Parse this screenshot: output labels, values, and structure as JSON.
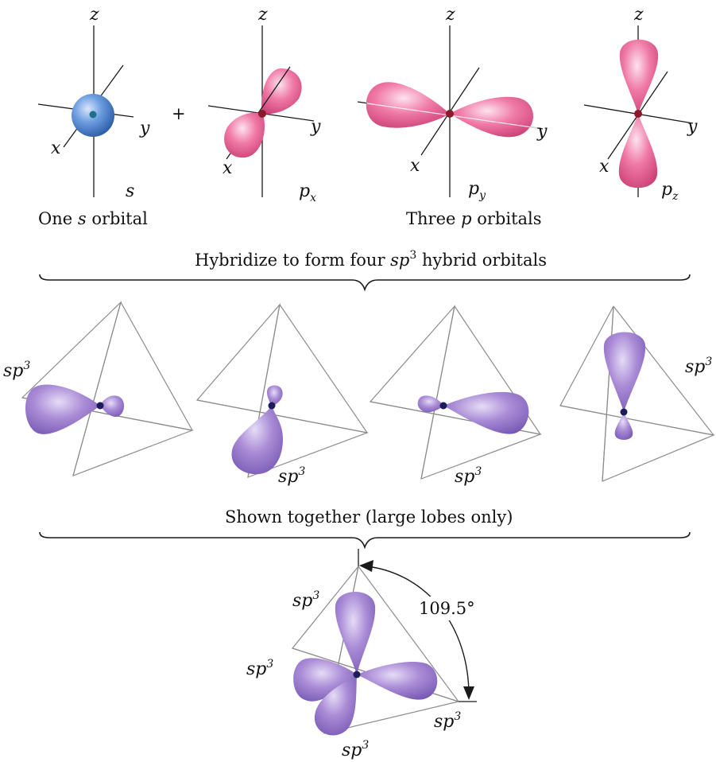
{
  "top_row": {
    "axis_labels": {
      "x": "x",
      "y": "y",
      "z": "z"
    },
    "plus_sign": "+",
    "orbital_labels": {
      "s": "s",
      "px": {
        "base": "p",
        "sub": "x"
      },
      "py": {
        "base": "p",
        "sub": "y"
      },
      "pz": {
        "base": "p",
        "sub": "z"
      }
    },
    "caption_s": {
      "pre": "One ",
      "italic": "s",
      "post": " orbital"
    },
    "caption_p": {
      "pre": "Three ",
      "italic": "p",
      "post": " orbitals"
    }
  },
  "hybridize_caption": {
    "pre": "Hybridize to form four ",
    "italic": "sp",
    "sup": "3",
    "post": " hybrid orbitals"
  },
  "together_caption": "Shown together (large lobes only)",
  "hybrid_label": {
    "base": "sp",
    "sup": "3"
  },
  "bond_angle": "109.5°",
  "colors": {
    "s_orbital": "#4a7fc8",
    "p_orbital": "#e8578a",
    "hybrid_orbital": "#9b7cc8",
    "nucleus_p": "#8a1a2a",
    "nucleus_hybrid": "#1c1c5a",
    "tetrahedron_edges": "#8c8c8c"
  }
}
